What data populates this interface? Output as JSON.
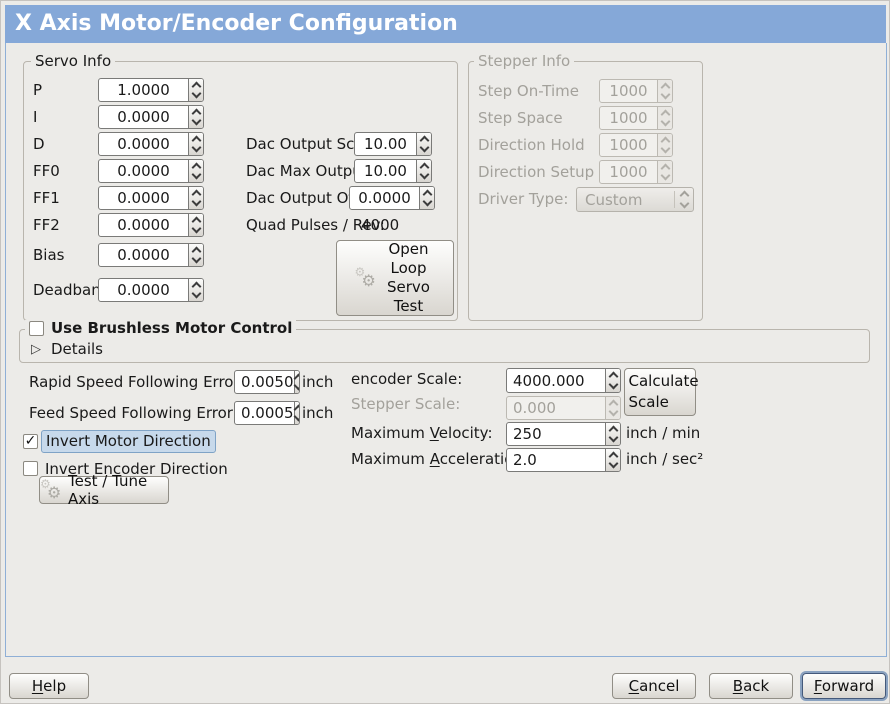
{
  "window": {
    "title": "X Axis Motor/Encoder Configuration"
  },
  "colors": {
    "titlebar_bg": "#85A8D8",
    "content_border": "#8FAFD6",
    "focus_highlight_bg": "#C7D9EB",
    "focus_highlight_border": "#7FA3C6"
  },
  "icons": {
    "gear": "⚙",
    "check": "✓",
    "expander": "▷"
  },
  "servo_info": {
    "legend": "Servo Info",
    "rows": [
      {
        "label": "P",
        "value": "1.0000"
      },
      {
        "label": "I",
        "value": "0.0000"
      },
      {
        "label": "D",
        "value": "0.0000"
      },
      {
        "label": "FF0",
        "value": "0.0000"
      },
      {
        "label": "FF1",
        "value": "0.0000"
      },
      {
        "label": "FF2",
        "value": "0.0000"
      },
      {
        "label": "Bias",
        "value": "0.0000"
      },
      {
        "label": "Deadband",
        "value": "0.0000"
      }
    ],
    "dac": [
      {
        "label": "Dac Output Scale:",
        "value": "10.00"
      },
      {
        "label": "Dac Max Output:",
        "value": "10.00"
      },
      {
        "label": "Dac Output Offset:",
        "value": "0.0000"
      }
    ],
    "quad_pulses_label": "Quad Pulses / Rev:",
    "quad_pulses_value": "4000",
    "open_loop_button": "Open Loop Servo Test"
  },
  "stepper_info": {
    "legend": "Stepper Info",
    "rows": [
      {
        "label": "Step On-Time",
        "value": "1000"
      },
      {
        "label": "Step Space",
        "value": "1000"
      },
      {
        "label": "Direction Hold",
        "value": "1000"
      },
      {
        "label": "Direction Setup",
        "value": "1000"
      }
    ],
    "driver_type_label": "Driver Type:",
    "driver_type_value": "Custom"
  },
  "brushless": {
    "title": "Use Brushless Motor Control",
    "details_label": "Details"
  },
  "following_error": {
    "rapid_label": "Rapid Speed Following Error:",
    "rapid_value": "0.0050",
    "rapid_unit": "inch",
    "feed_label": "Feed Speed Following Error:",
    "feed_value": "0.0005",
    "feed_unit": "inch"
  },
  "scales": {
    "encoder_label": "encoder Scale:",
    "encoder_value": "4000.000",
    "calculate_button": "Calculate Scale",
    "stepper_label": "Stepper Scale:",
    "stepper_value": "0.000",
    "max_velocity": {
      "pre": "Maximum ",
      "key": "V",
      "rest": "elocity:",
      "value": "250",
      "unit": "inch / min"
    },
    "max_accel": {
      "pre": "Maximum ",
      "key": "A",
      "rest": "cceleration:",
      "value": "2.0",
      "unit": "inch / sec²"
    }
  },
  "direction": {
    "invert_motor_label": "Invert Motor Direction",
    "invert_encoder_label": "Invert Encoder Direction",
    "test_tune_button": "Test / Tune Axis"
  },
  "footer": {
    "help": {
      "key": "H",
      "rest": "elp"
    },
    "cancel": {
      "key": "C",
      "rest": "ancel"
    },
    "back": {
      "key": "B",
      "rest": "ack"
    },
    "forward": {
      "key": "F",
      "rest": "orward"
    }
  }
}
